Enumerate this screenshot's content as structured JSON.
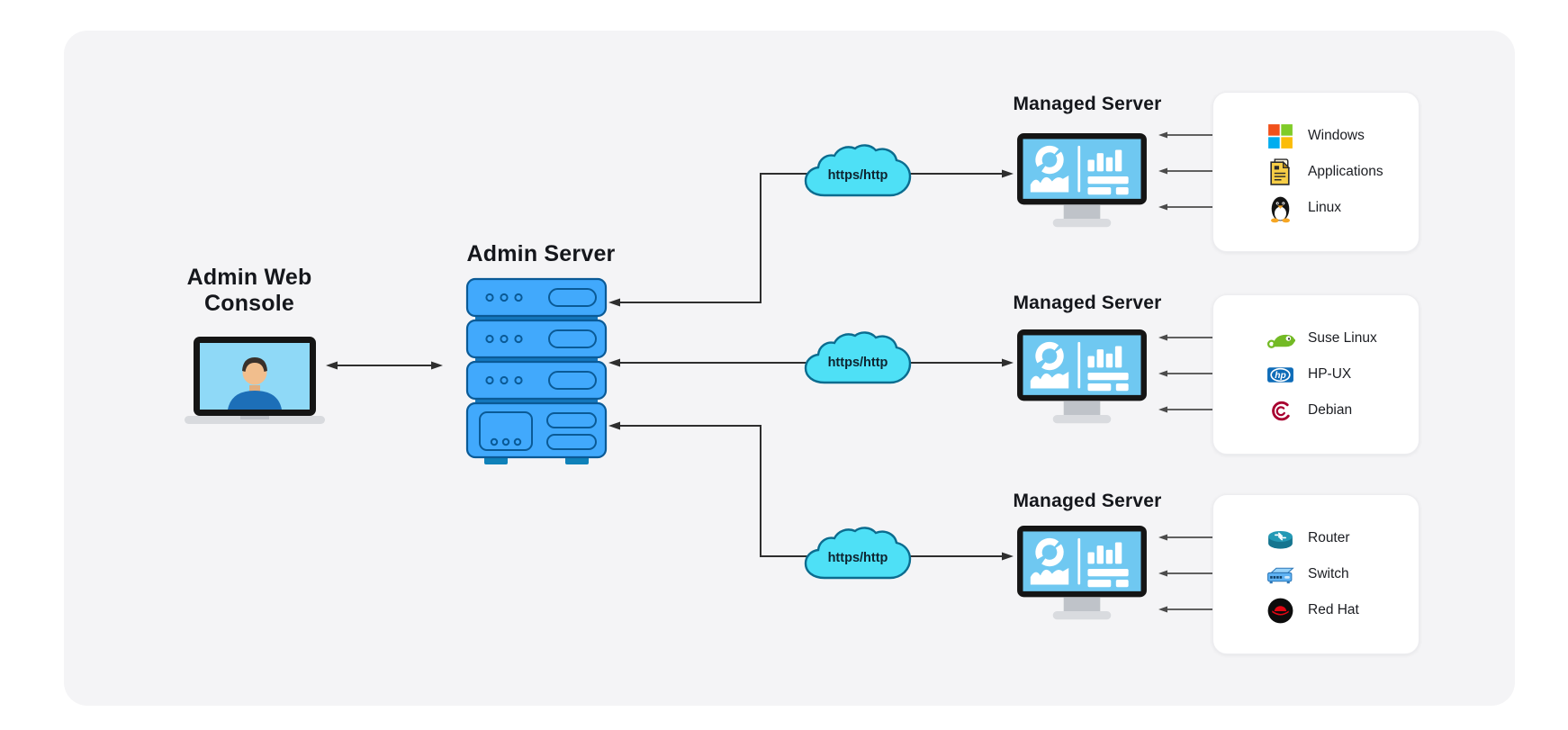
{
  "admin_console": {
    "label": "Admin Web Console",
    "label_line1": "Admin Web",
    "label_line2": "Console"
  },
  "admin_server": {
    "label": "Admin Server"
  },
  "clouds": [
    {
      "label": "https/http"
    },
    {
      "label": "https/http"
    },
    {
      "label": "https/http"
    }
  ],
  "managed_servers": [
    {
      "label": "Managed Server",
      "items": [
        {
          "icon": "windows-icon",
          "label": "Windows"
        },
        {
          "icon": "applications-icon",
          "label": "Applications"
        },
        {
          "icon": "linux-icon",
          "label": "Linux"
        }
      ]
    },
    {
      "label": "Managed Server",
      "items": [
        {
          "icon": "suse-linux-icon",
          "label": "Suse Linux"
        },
        {
          "icon": "hp-icon",
          "label": "HP-UX"
        },
        {
          "icon": "debian-icon",
          "label": "Debian"
        }
      ]
    },
    {
      "label": "Managed Server",
      "items": [
        {
          "icon": "router-icon",
          "label": "Router"
        },
        {
          "icon": "switch-icon",
          "label": "Switch"
        },
        {
          "icon": "red-hat-icon",
          "label": "Red Hat"
        }
      ]
    }
  ],
  "colors": {
    "canvas_bg": "#f4f4f6",
    "server_blue": "#41a9fc",
    "server_outline": "#0a5a96",
    "server_band": "#1478be",
    "cloud_cyan": "#4ee0f6",
    "cloud_outline": "#0b6c8f",
    "monitor_screen_blue": "#6fc8f1",
    "laptop_screen_blue": "#8fd9f7",
    "line_dark": "#2e2e2e",
    "line_gray": "#4b4b4b"
  }
}
